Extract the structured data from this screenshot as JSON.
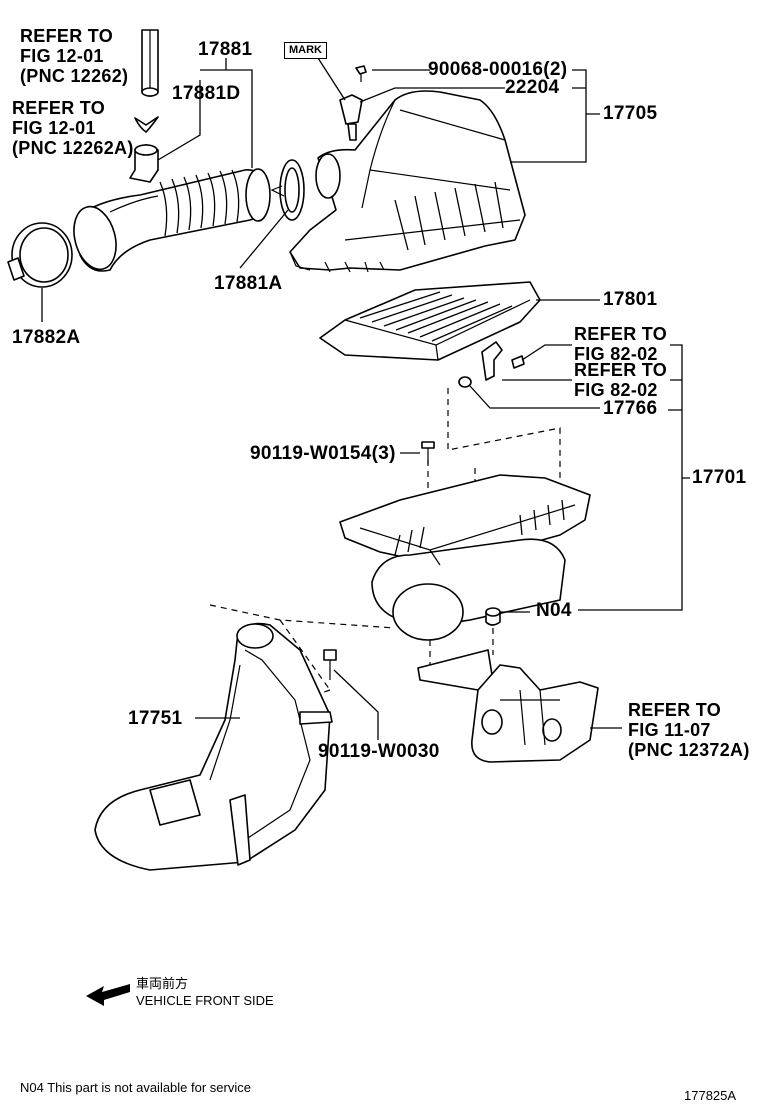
{
  "labels": {
    "ref_fig_12_01_a": [
      "REFER TO",
      "FIG 12-01",
      "(PNC 12262)"
    ],
    "ref_fig_12_01_b": [
      "REFER TO",
      "FIG 12-01",
      "(PNC 12262A)"
    ],
    "p17881": "17881",
    "p17881D": "17881D",
    "mark": "MARK",
    "p90068": "90068-00016(2)",
    "p22204": "22204",
    "p17705": "17705",
    "p17881A": "17881A",
    "p17882A": "17882A",
    "p17801": "17801",
    "ref_fig_82_02_a": [
      "REFER TO",
      "FIG 82-02"
    ],
    "ref_fig_82_02_b": [
      "REFER TO",
      "FIG 82-02"
    ],
    "p17766": "17766",
    "p90119_w0154": "90119-W0154(3)",
    "p17701": "17701",
    "n04": "N04",
    "p17751": "17751",
    "p90119_w0030": "90119-W0030",
    "ref_fig_11_07": [
      "REFER TO",
      "FIG 11-07",
      "(PNC 12372A)"
    ]
  },
  "legend": {
    "jp": "車両前方",
    "en": "VEHICLE FRONT SIDE"
  },
  "footer": {
    "note": "N04  This part is not available for service",
    "figure_id": "177825A"
  }
}
